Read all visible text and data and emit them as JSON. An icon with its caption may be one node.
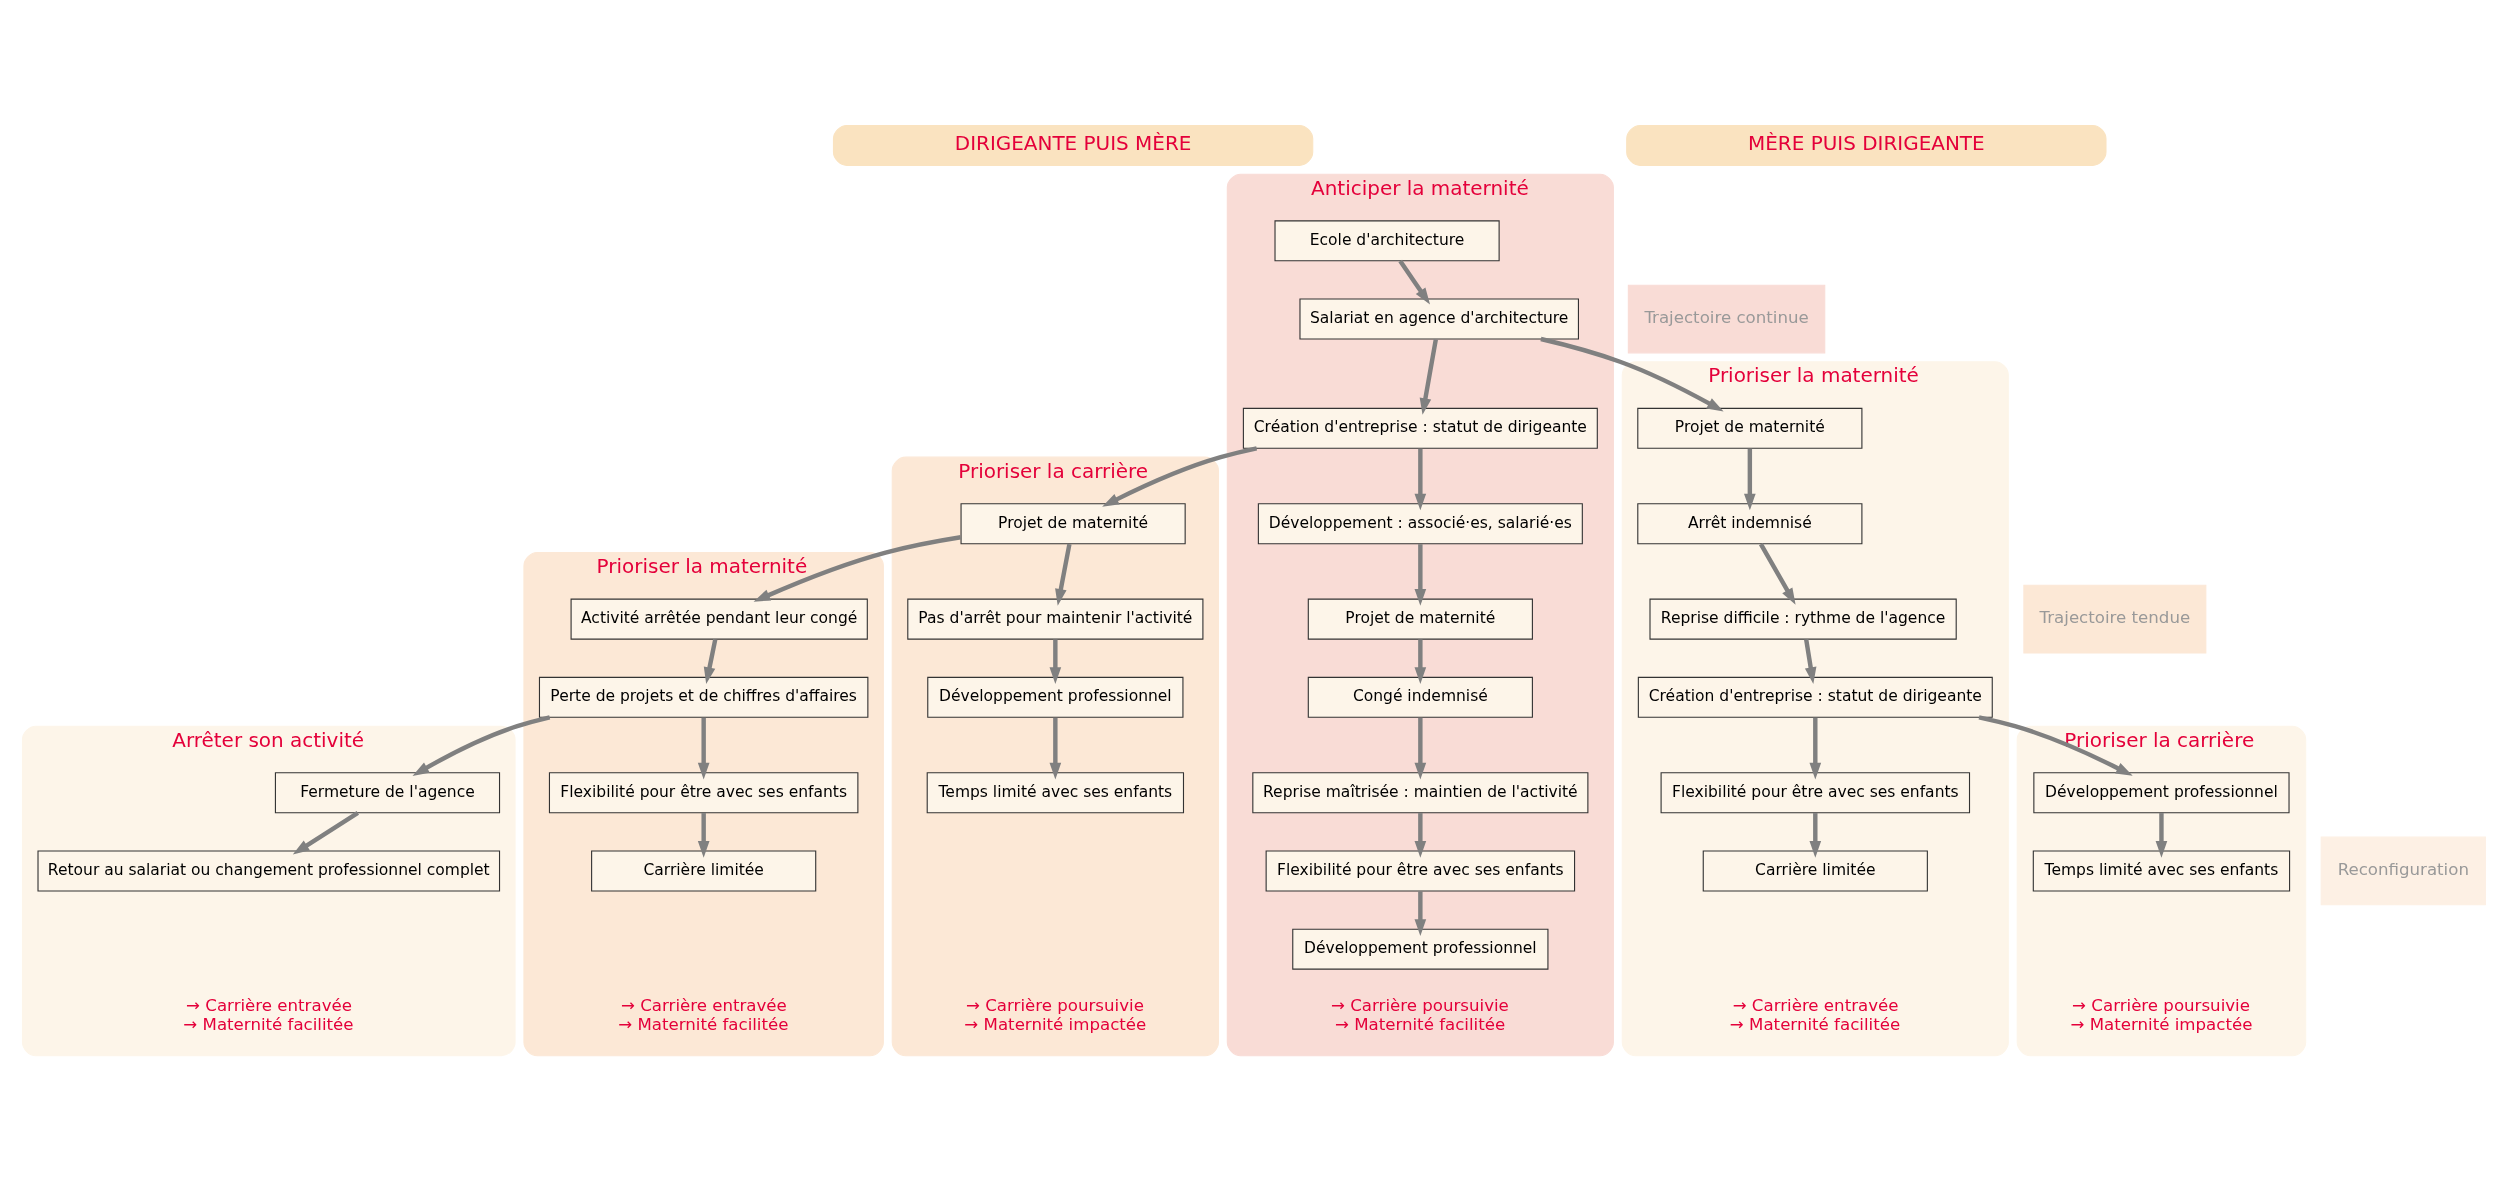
{
  "diagram": {
    "nodes": [
      {
        "text": [
          "DIRIGEANTE PUIS MÈRE"
        ]
      },
      {
        "text": [
          "MÈRE PUIS DIRIGEANTE"
        ]
      },
      {
        "text": [
          "Arrêter son activité",
          "→ Carrière entravée",
          "→ Maternité facilitée"
        ]
      },
      {
        "text": [
          "Fermeture de l'agence"
        ],
        "in": 2
      },
      {
        "text": [
          "Retour au salariat ou changement professionnel complet"
        ],
        "in": 2
      },
      {
        "text": [
          "Prioriser la maternité",
          "→ Carrière entravée",
          "→ Maternité facilitée"
        ]
      },
      {
        "text": [
          "Activité arrêtée pendant leur congé"
        ],
        "in": 5
      },
      {
        "text": [
          "Perte de projets et de chiffres d'affaires"
        ],
        "in": 5
      },
      {
        "text": [
          "Flexibilité pour être avec ses enfants"
        ],
        "in": 5
      },
      {
        "text": [
          "Carrière limitée"
        ],
        "in": 5
      },
      {
        "text": [
          "Prioriser la carrière",
          "→ Carrière poursuivie",
          "→ Maternité impactée"
        ]
      },
      {
        "text": [
          "Projet de maternité"
        ],
        "in": 10
      },
      {
        "text": [
          "Pas d'arrêt pour maintenir l'activité"
        ],
        "in": 10
      },
      {
        "text": [
          "Développement professionnel"
        ],
        "in": 10
      },
      {
        "text": [
          "Temps limité avec ses enfants"
        ],
        "in": 10
      },
      {
        "text": [
          "Anticiper la maternité",
          "→ Carrière poursuivie",
          "→ Maternité facilitée"
        ]
      },
      {
        "text": [
          "Ecole d'architecture"
        ],
        "in": 15
      },
      {
        "text": [
          "Salariat en agence d'architecture"
        ],
        "in": 15
      },
      {
        "text": [
          "Création d'entreprise : statut de dirigeante"
        ],
        "in": 15
      },
      {
        "text": [
          "Développement : associé·es, salarié·es"
        ],
        "in": 15
      },
      {
        "text": [
          "Projet de maternité"
        ],
        "in": 15
      },
      {
        "text": [
          "Congé indemnisé"
        ],
        "in": 15
      },
      {
        "text": [
          "Reprise maîtrisée : maintien de l'activité"
        ],
        "in": 15
      },
      {
        "text": [
          "Flexibilité pour être avec ses enfants"
        ],
        "in": 15
      },
      {
        "text": [
          "Développement professionnel"
        ],
        "in": 15
      },
      {
        "text": [
          "Prioriser la maternité",
          "→ Carrière entravée",
          "→ Maternité facilitée"
        ]
      },
      {
        "text": [
          "Projet de maternité"
        ],
        "in": 25
      },
      {
        "text": [
          "Arrêt indemnisé"
        ],
        "in": 25
      },
      {
        "text": [
          "Reprise difficile : rythme de l'agence"
        ],
        "in": 25
      },
      {
        "text": [
          "Création d'entreprise : statut de dirigeante"
        ],
        "in": 25
      },
      {
        "text": [
          "Flexibilité pour être avec ses enfants"
        ],
        "in": 25
      },
      {
        "text": [
          "Carrière limitée"
        ],
        "in": 25
      },
      {
        "text": [
          "Prioriser la carrière",
          "→ Carrière poursuivie",
          "→ Maternité impactée"
        ]
      },
      {
        "text": [
          "Développement professionnel"
        ],
        "in": 32
      },
      {
        "text": [
          "Temps limité avec ses enfants"
        ],
        "in": 32
      },
      {
        "text": [
          "Trajectoire continue"
        ]
      },
      {
        "text": [
          "Trajectoire tendue"
        ]
      },
      {
        "text": [
          "Reconfiguration"
        ]
      }
    ],
    "edges": [
      {
        "from": 16,
        "to": 17,
        "arrow": "to"
      },
      {
        "from": 17,
        "to": 18,
        "arrow": "to"
      },
      {
        "from": 18,
        "to": 19,
        "arrow": "to"
      },
      {
        "from": 19,
        "to": 20,
        "arrow": "to"
      },
      {
        "from": 20,
        "to": 21,
        "arrow": "to"
      },
      {
        "from": 21,
        "to": 22,
        "arrow": "to"
      },
      {
        "from": 22,
        "to": 23,
        "arrow": "to"
      },
      {
        "from": 23,
        "to": 24,
        "arrow": "to"
      },
      {
        "from": 17,
        "to": 26,
        "arrow": "to"
      },
      {
        "from": 18,
        "to": 11,
        "arrow": "to"
      },
      {
        "from": 11,
        "to": 6,
        "arrow": "to"
      },
      {
        "from": 7,
        "to": 3,
        "arrow": "to"
      },
      {
        "from": 3,
        "to": 4,
        "arrow": "to"
      },
      {
        "from": 6,
        "to": 7,
        "arrow": "to"
      },
      {
        "from": 7,
        "to": 8,
        "arrow": "to"
      },
      {
        "from": 8,
        "to": 9,
        "arrow": "to"
      },
      {
        "from": 11,
        "to": 12,
        "arrow": "to"
      },
      {
        "from": 12,
        "to": 13,
        "arrow": "to"
      },
      {
        "from": 13,
        "to": 14,
        "arrow": "to"
      },
      {
        "from": 26,
        "to": 27,
        "arrow": "to"
      },
      {
        "from": 27,
        "to": 28,
        "arrow": "to"
      },
      {
        "from": 28,
        "to": 29,
        "arrow": "to"
      },
      {
        "from": 29,
        "to": 30,
        "arrow": "to"
      },
      {
        "from": 30,
        "to": 31,
        "arrow": "to"
      },
      {
        "from": 29,
        "to": 33,
        "arrow": "to"
      },
      {
        "from": 33,
        "to": 34,
        "arrow": "to"
      }
    ]
  }
}
